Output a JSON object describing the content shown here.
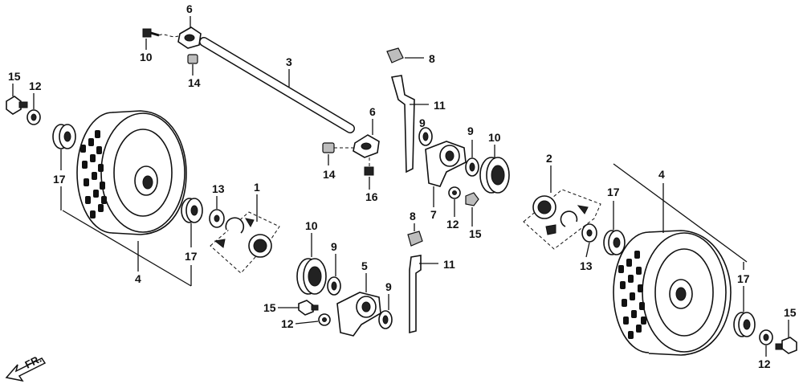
{
  "callouts": {
    "wheel_left": "4",
    "wheel_right": "4",
    "axle": "3",
    "bracket_top": "6",
    "bracket_mid": "6",
    "bolt_10": "10",
    "nut_14_top": "14",
    "nut_14_mid": "14",
    "bolt_16": "16",
    "pad_8_top": "8",
    "pad_8_bot": "8",
    "lever_11_top": "11",
    "lever_11_bot": "11",
    "washer_9_a": "9",
    "washer_9_b": "9",
    "washer_9_c": "9",
    "washer_9_d": "9",
    "bearing_10_a": "10",
    "bearing_10_b": "10",
    "holder_7": "7",
    "holder_5": "5",
    "washer_12_a": "12",
    "washer_12_b": "12",
    "washer_12_c": "12",
    "washer_12_d": "12",
    "bolt_15_a": "15",
    "bolt_15_b": "15",
    "bolt_15_c": "15",
    "bolt_15_d": "15",
    "bearing_17_a": "17",
    "bearing_17_b": "17",
    "bearing_17_c": "17",
    "bearing_17_d": "17",
    "gear_1": "1",
    "gear_2": "2",
    "washer_13_a": "13",
    "washer_13_b": "13"
  },
  "front_arrow": "FR."
}
